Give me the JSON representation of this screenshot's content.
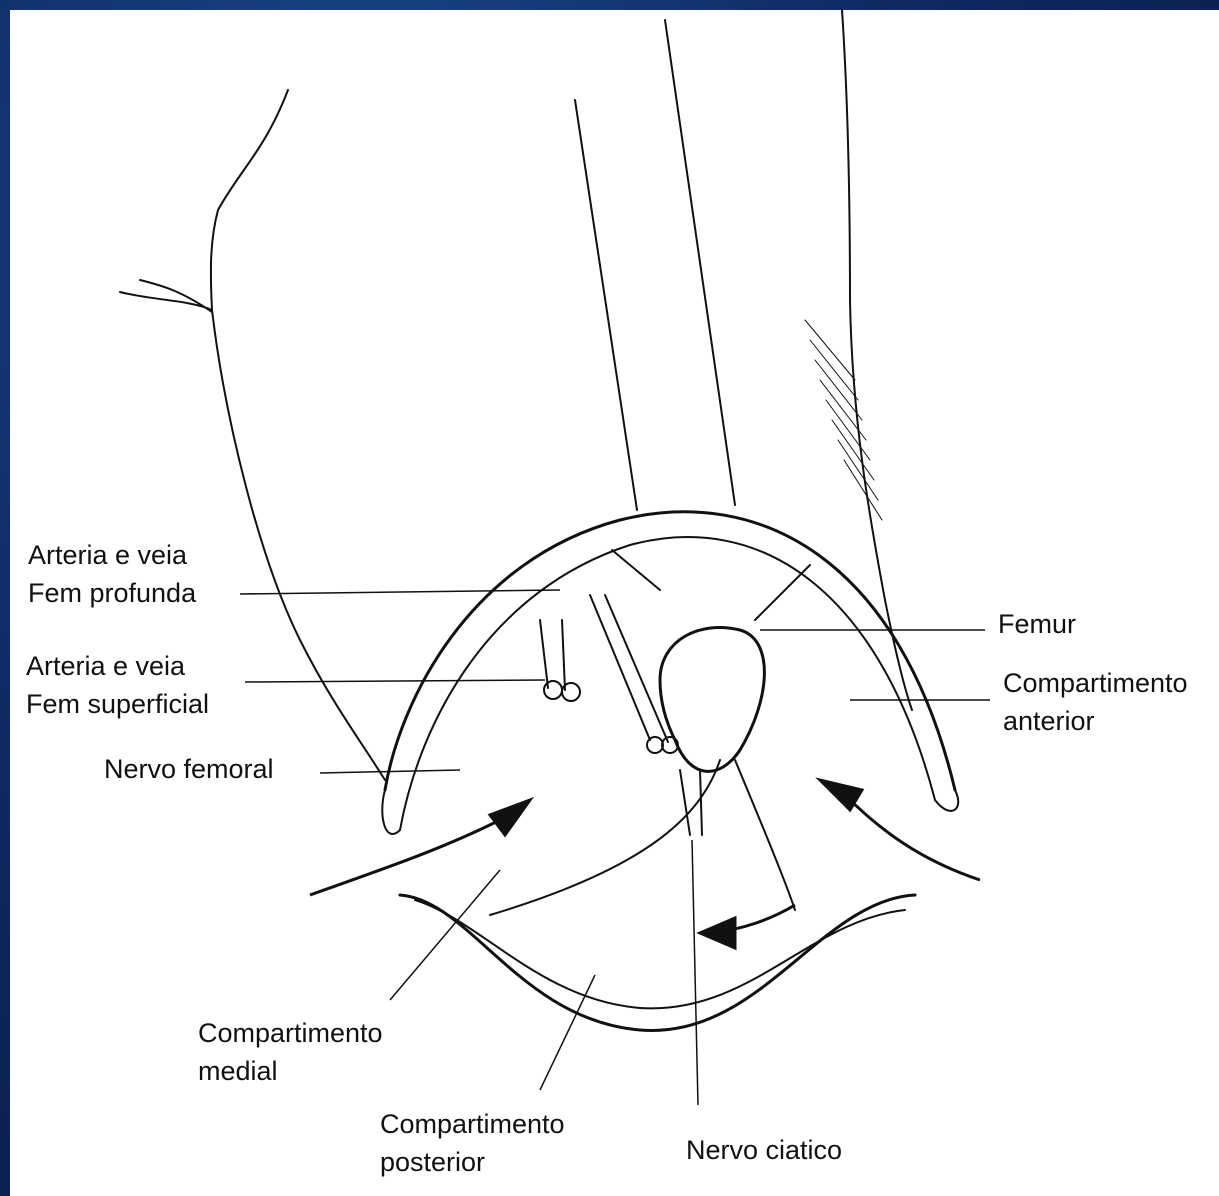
{
  "labels": {
    "art_fem_profunda": {
      "line1": "Arteria e veia",
      "line2": "Fem profunda"
    },
    "art_fem_superficial": {
      "line1": "Arteria e veia",
      "line2": "Fem superficial"
    },
    "nervo_femoral": "Nervo femoral",
    "femur": "Femur",
    "compartimento_anterior": {
      "line1": "Compartimento",
      "line2": "anterior"
    },
    "compartimento_medial": {
      "line1": "Compartimento",
      "line2": "medial"
    },
    "compartimento_posterior": {
      "line1": "Compartimento",
      "line2": "posterior"
    },
    "nervo_ciatico": "Nervo ciatico"
  },
  "colors": {
    "ink": "#111111",
    "paper": "#ffffff",
    "frame": "#0f2b63"
  }
}
